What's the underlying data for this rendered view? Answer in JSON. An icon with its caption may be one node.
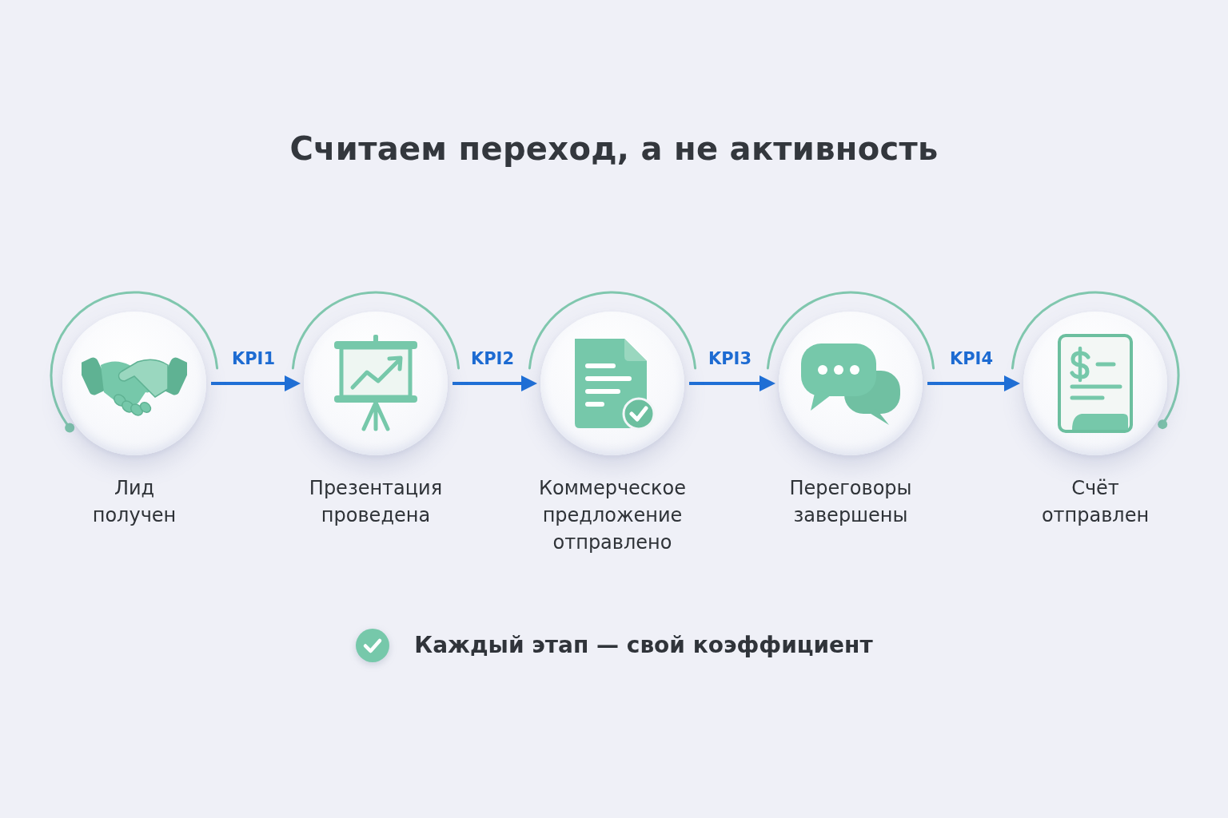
{
  "diagram": {
    "title": "Считаем переход, а не активность",
    "nodes": [
      {
        "text": [
          "Лид получен"
        ]
      },
      {
        "text": [
          "Презентация проведена"
        ]
      },
      {
        "text": [
          "Коммерческое предложение отправлено"
        ]
      },
      {
        "text": [
          "Переговоры завершены"
        ]
      },
      {
        "text": [
          "Счёт отправлен"
        ]
      }
    ],
    "edges": [
      {
        "from": 0,
        "to": 1,
        "arrow": "to",
        "label": "KPI1"
      },
      {
        "from": 1,
        "to": 2,
        "arrow": "to",
        "label": "KPI2"
      },
      {
        "from": 2,
        "to": 3,
        "arrow": "to",
        "label": "KPI3"
      },
      {
        "from": 3,
        "to": 4,
        "arrow": "to",
        "label": "KPI4"
      }
    ],
    "labels": [
      "Каждый этап — свой коэффициент"
    ]
  }
}
